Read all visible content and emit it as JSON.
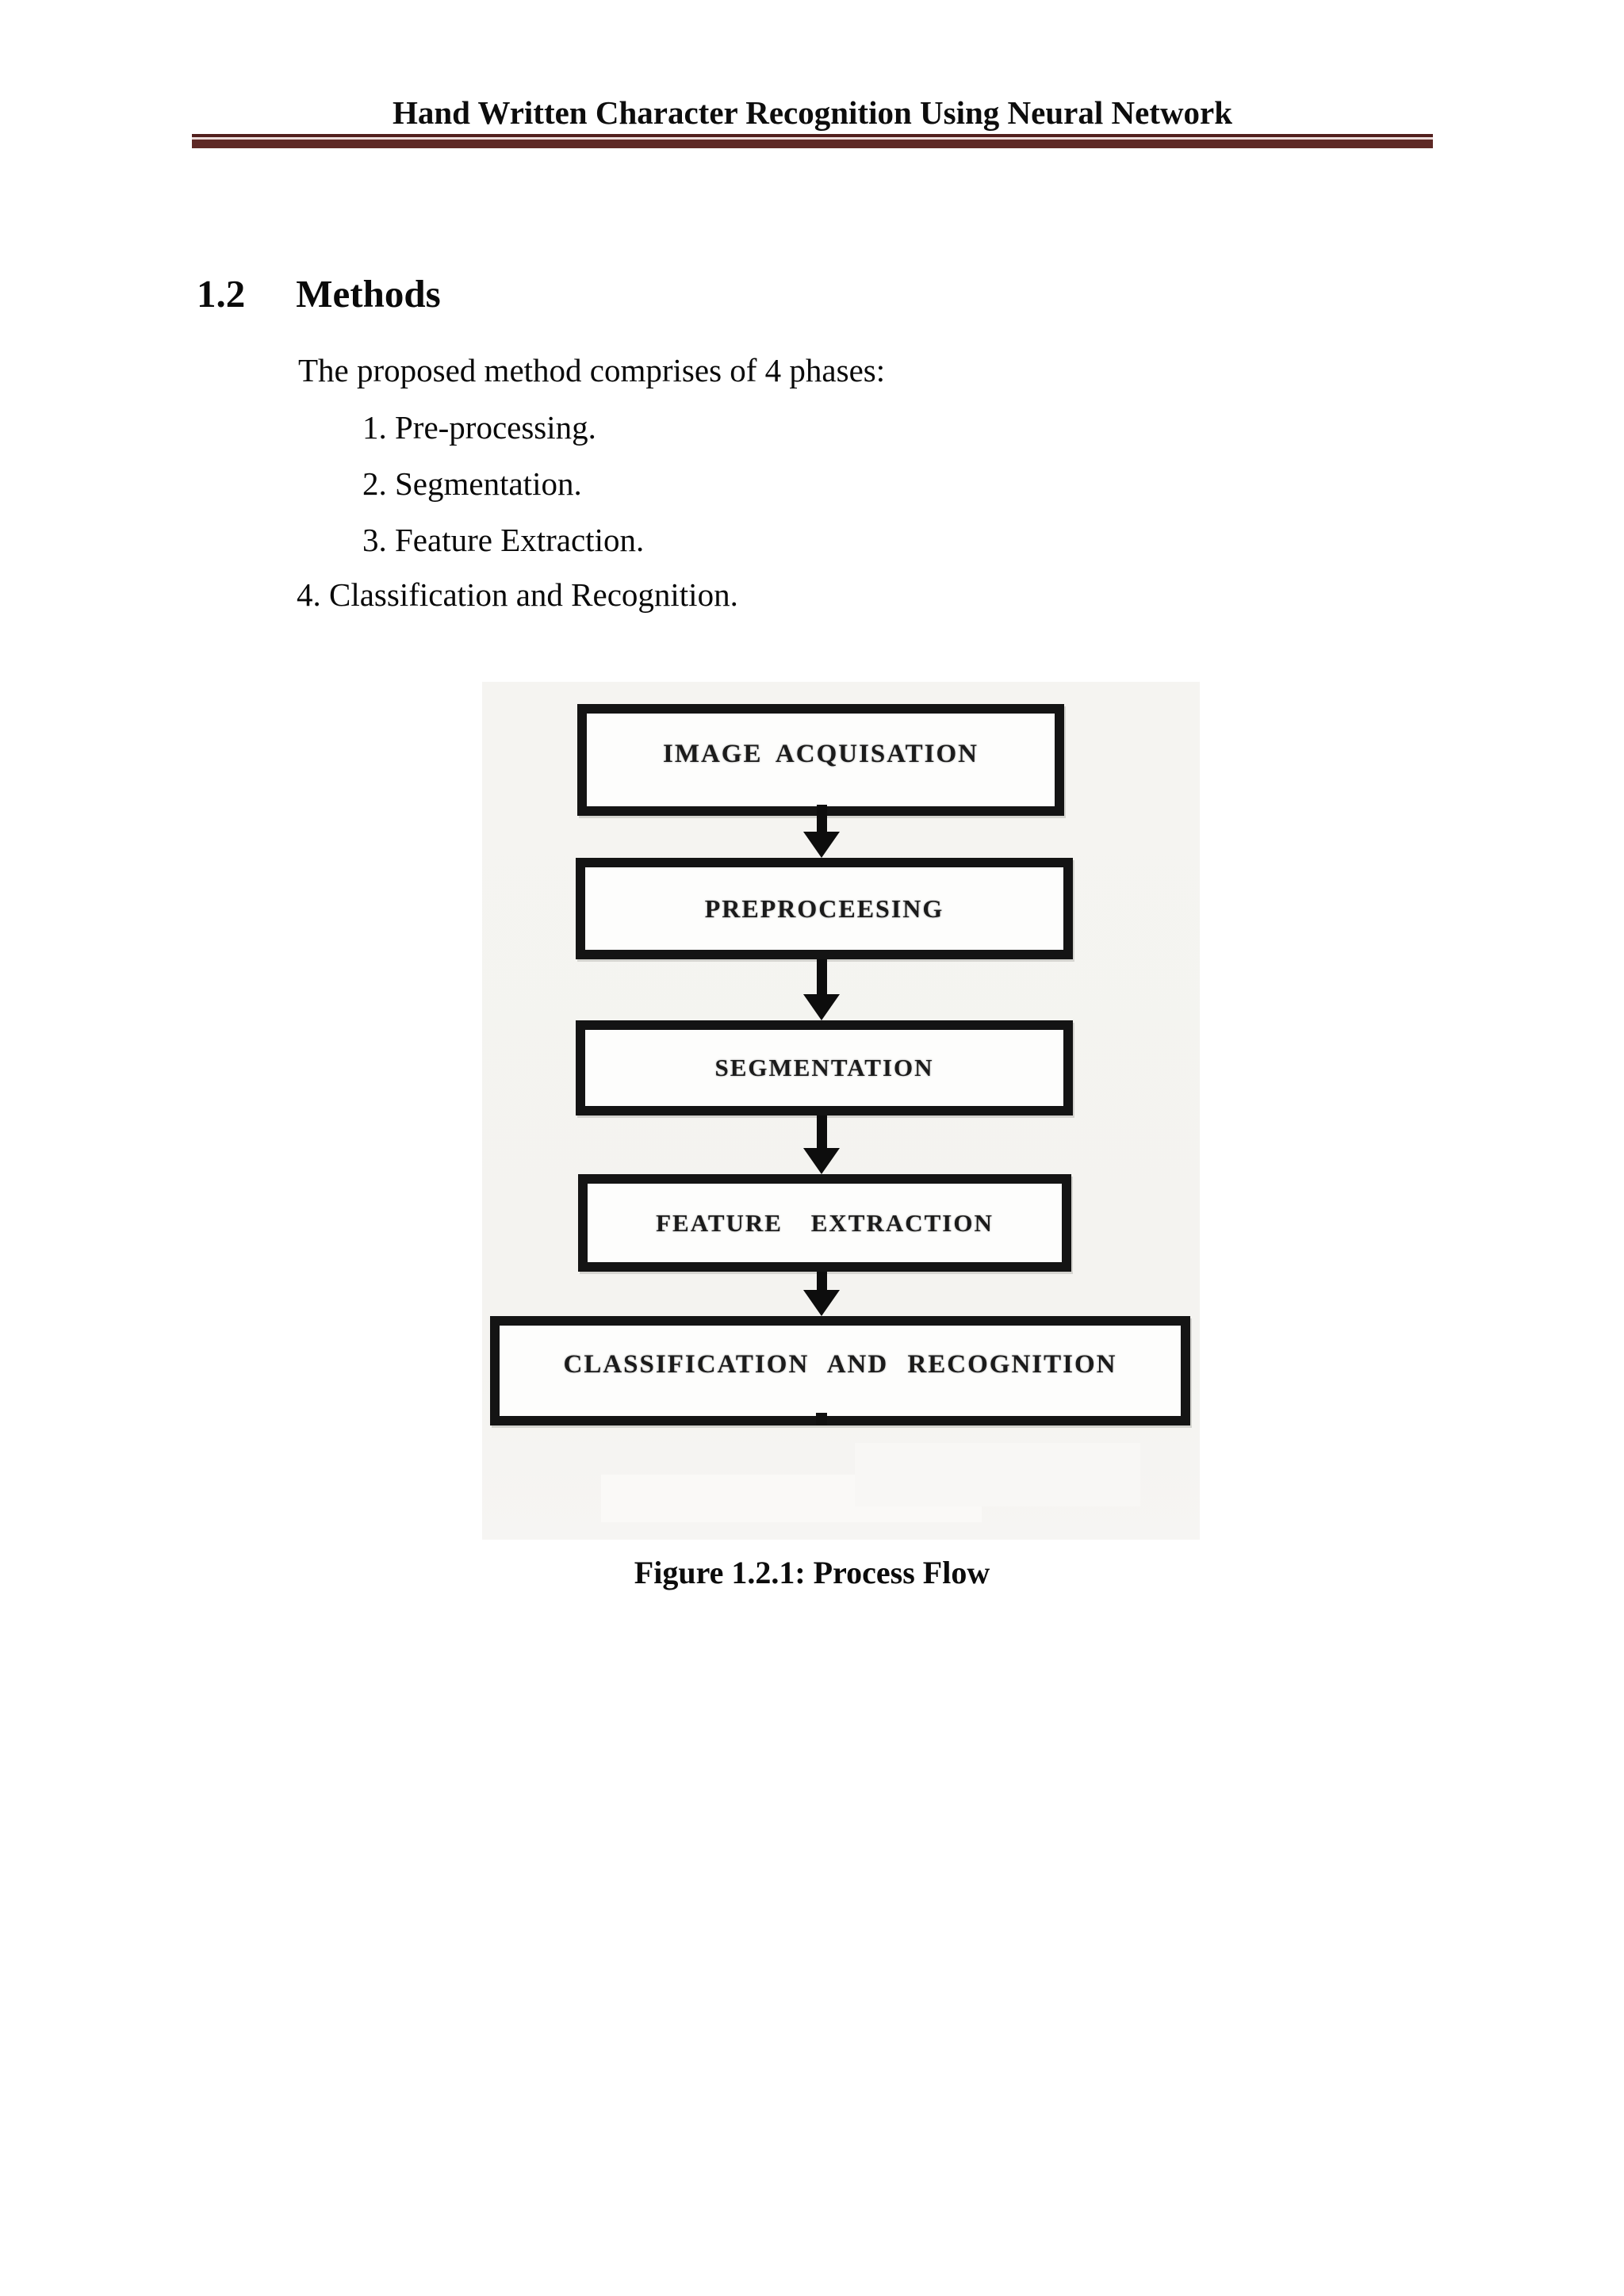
{
  "header": {
    "title": "Hand Written Character Recognition Using Neural Network"
  },
  "section": {
    "number": "1.2",
    "title": "Methods"
  },
  "body": {
    "intro": "The proposed method comprises of 4 phases:",
    "phases": [
      "1. Pre-processing.",
      "2. Segmentation.",
      "3. Feature Extraction.",
      "4. Classification and Recognition."
    ]
  },
  "figure": {
    "steps": [
      "IMAGE ACQUISATION",
      "PREPROCEESING",
      "SEGMENTATION",
      "FEATURE EXTRACTION",
      "CLASSIFICATION AND RECOGNITION"
    ],
    "caption": "Figure 1.2.1: Process Flow"
  },
  "colors": {
    "rule_dark": "#511f1d",
    "rule_gap": "#ecdbd9",
    "rule_main": "#5e2926",
    "figure_bg": "#f5f4f1"
  }
}
